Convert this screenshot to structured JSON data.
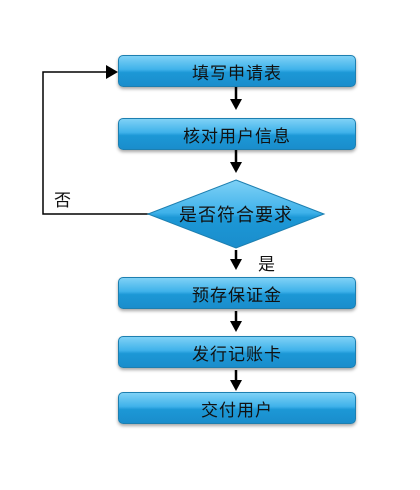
{
  "flowchart": {
    "steps": [
      "填写申请表",
      "核对用户信息",
      "预存保证金",
      "发行记账卡",
      "交付用户"
    ],
    "decision": "是否符合要求",
    "yes_label": "是",
    "no_label": "否"
  }
}
